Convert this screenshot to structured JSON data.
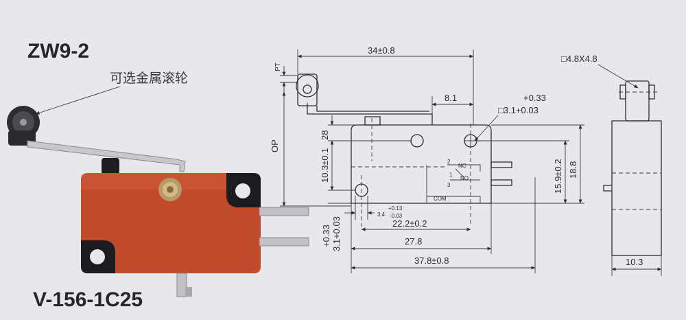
{
  "model_code": "ZW9-2",
  "part_number": "V-156-1C25",
  "roller_note": "可选金属滚轮",
  "dimensions": {
    "overall_lever": "34±0.8",
    "pt": "PT",
    "op": "OP",
    "lever_offset": "8.1",
    "mount_hole_tol_plus": "+0.33",
    "mount_hole": "□3.1+0.03",
    "hole_spacing_vertical": "10.3±0.1",
    "top_offset": "28",
    "height_inner": "15.9±0.2",
    "height_total": "18.8",
    "left_hole_tol_plus": "+0.33",
    "left_hole": "3.1+0.03",
    "slot": "3.4",
    "slot_tol_plus": "+0.13",
    "slot_tol_minus": "-0.03",
    "hole_span": "22.2±0.2",
    "body_inner": "27.8",
    "body_total": "37.8±0.8",
    "plunger": "□4.8X4.8",
    "side_width": "10.3"
  },
  "terminals": {
    "nc": "NC",
    "no": "NO",
    "com": "COM",
    "pin_2": "2",
    "pin_1": "1",
    "pin_3": "3"
  },
  "colors": {
    "background": "#e8e8ea",
    "switch_body": "#c04a2c",
    "ink": "#2d2d33"
  }
}
